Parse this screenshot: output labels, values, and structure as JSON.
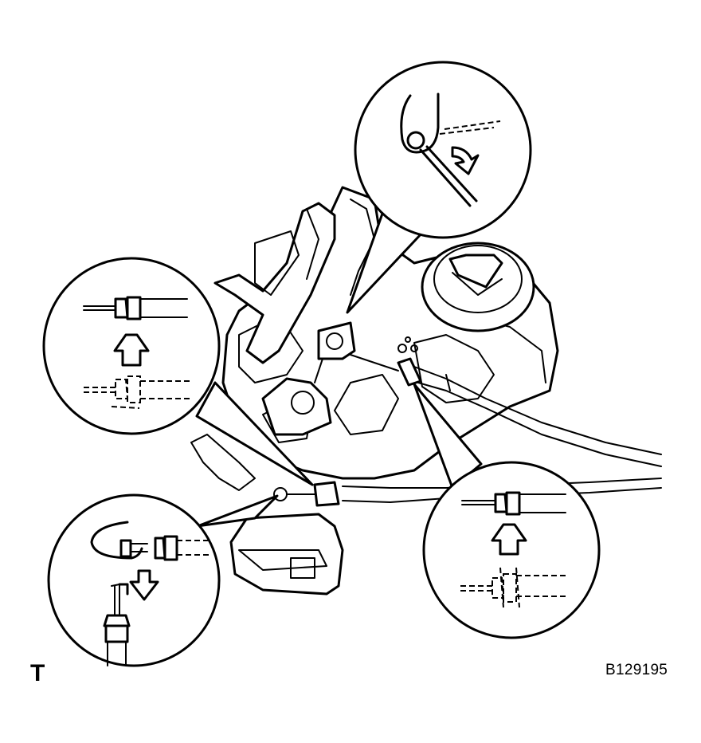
{
  "figure": {
    "corner_mark": "T",
    "figure_id": "B129195"
  },
  "colors": {
    "line": "#000000",
    "background": "#ffffff"
  },
  "callouts": [
    {
      "id": "top-detail",
      "depicts": "lever-pivot-rotate-arrow-icon"
    },
    {
      "id": "left-detail",
      "depicts": "cable-connector-up-arrow-icon"
    },
    {
      "id": "bottom-left-detail",
      "depicts": "cable-hook-down-arrow-icon"
    },
    {
      "id": "right-detail",
      "depicts": "cable-connector-up-arrow-icon"
    }
  ]
}
